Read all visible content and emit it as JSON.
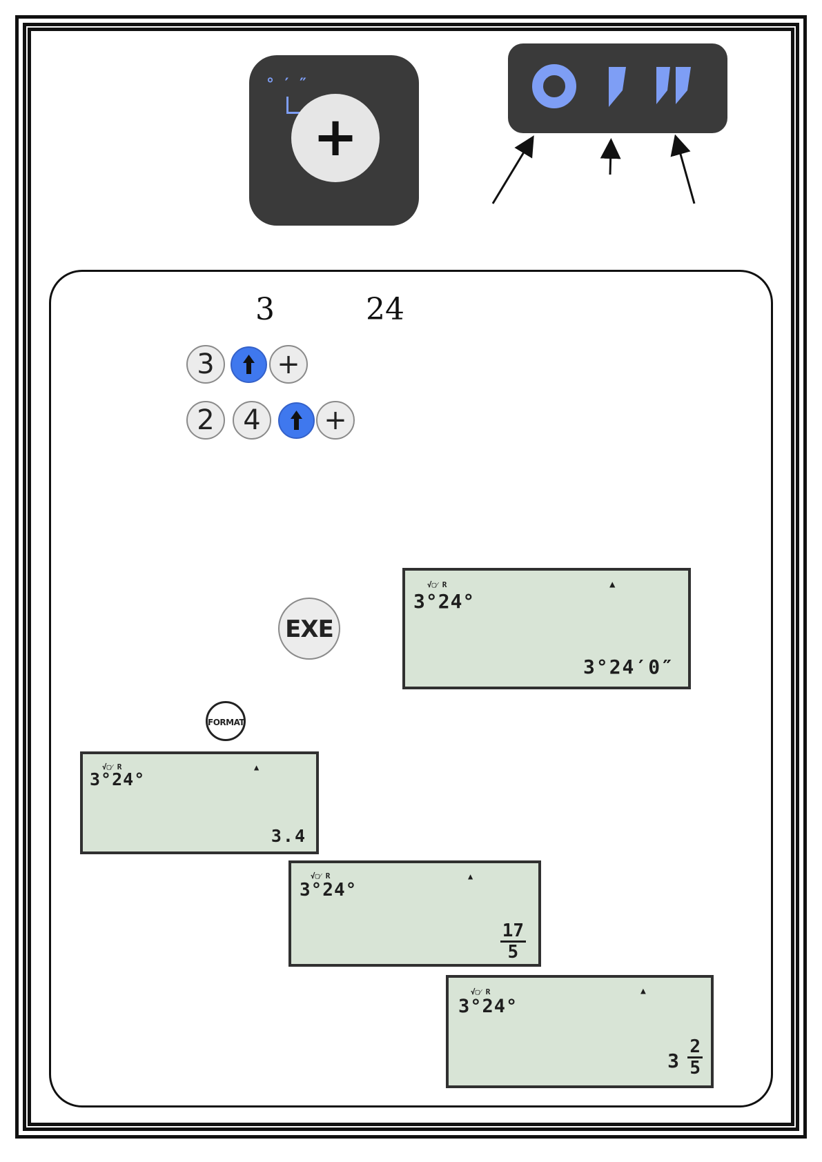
{
  "key_icon": {
    "main_symbol": "+",
    "shift_label": "° ′ ″"
  },
  "symbols_icon": {
    "items": [
      "degree-symbol",
      "minute-symbol",
      "second-symbol"
    ],
    "accent_color": "#7e9ef5"
  },
  "input_values": {
    "degrees": "3",
    "minutes": "24"
  },
  "key_sequences": {
    "row1": [
      "3",
      "shift",
      "+"
    ],
    "row2": [
      "2",
      "4",
      "shift",
      "+"
    ]
  },
  "exe_key": {
    "label": "EXE"
  },
  "format_key": {
    "label": "FORMAT"
  },
  "screens": {
    "main": {
      "indicators": "√▢⁄ R",
      "entry": "3°24°",
      "result": "3°24′0″"
    },
    "decimal": {
      "indicators": "√▢⁄ R",
      "entry": "3°24°",
      "result": "3.4"
    },
    "fraction": {
      "indicators": "√▢⁄ R",
      "entry": "3°24°",
      "result_numerator": "17",
      "result_denominator": "5"
    },
    "mixed": {
      "indicators": "√▢⁄ R",
      "entry": "3°24°",
      "result_whole": "3",
      "result_numerator": "2",
      "result_denominator": "5"
    }
  },
  "colors": {
    "lcd_background": "#d8e4d6",
    "shift_key": "#3f78ee",
    "tile_dark": "#3a3a3a"
  }
}
